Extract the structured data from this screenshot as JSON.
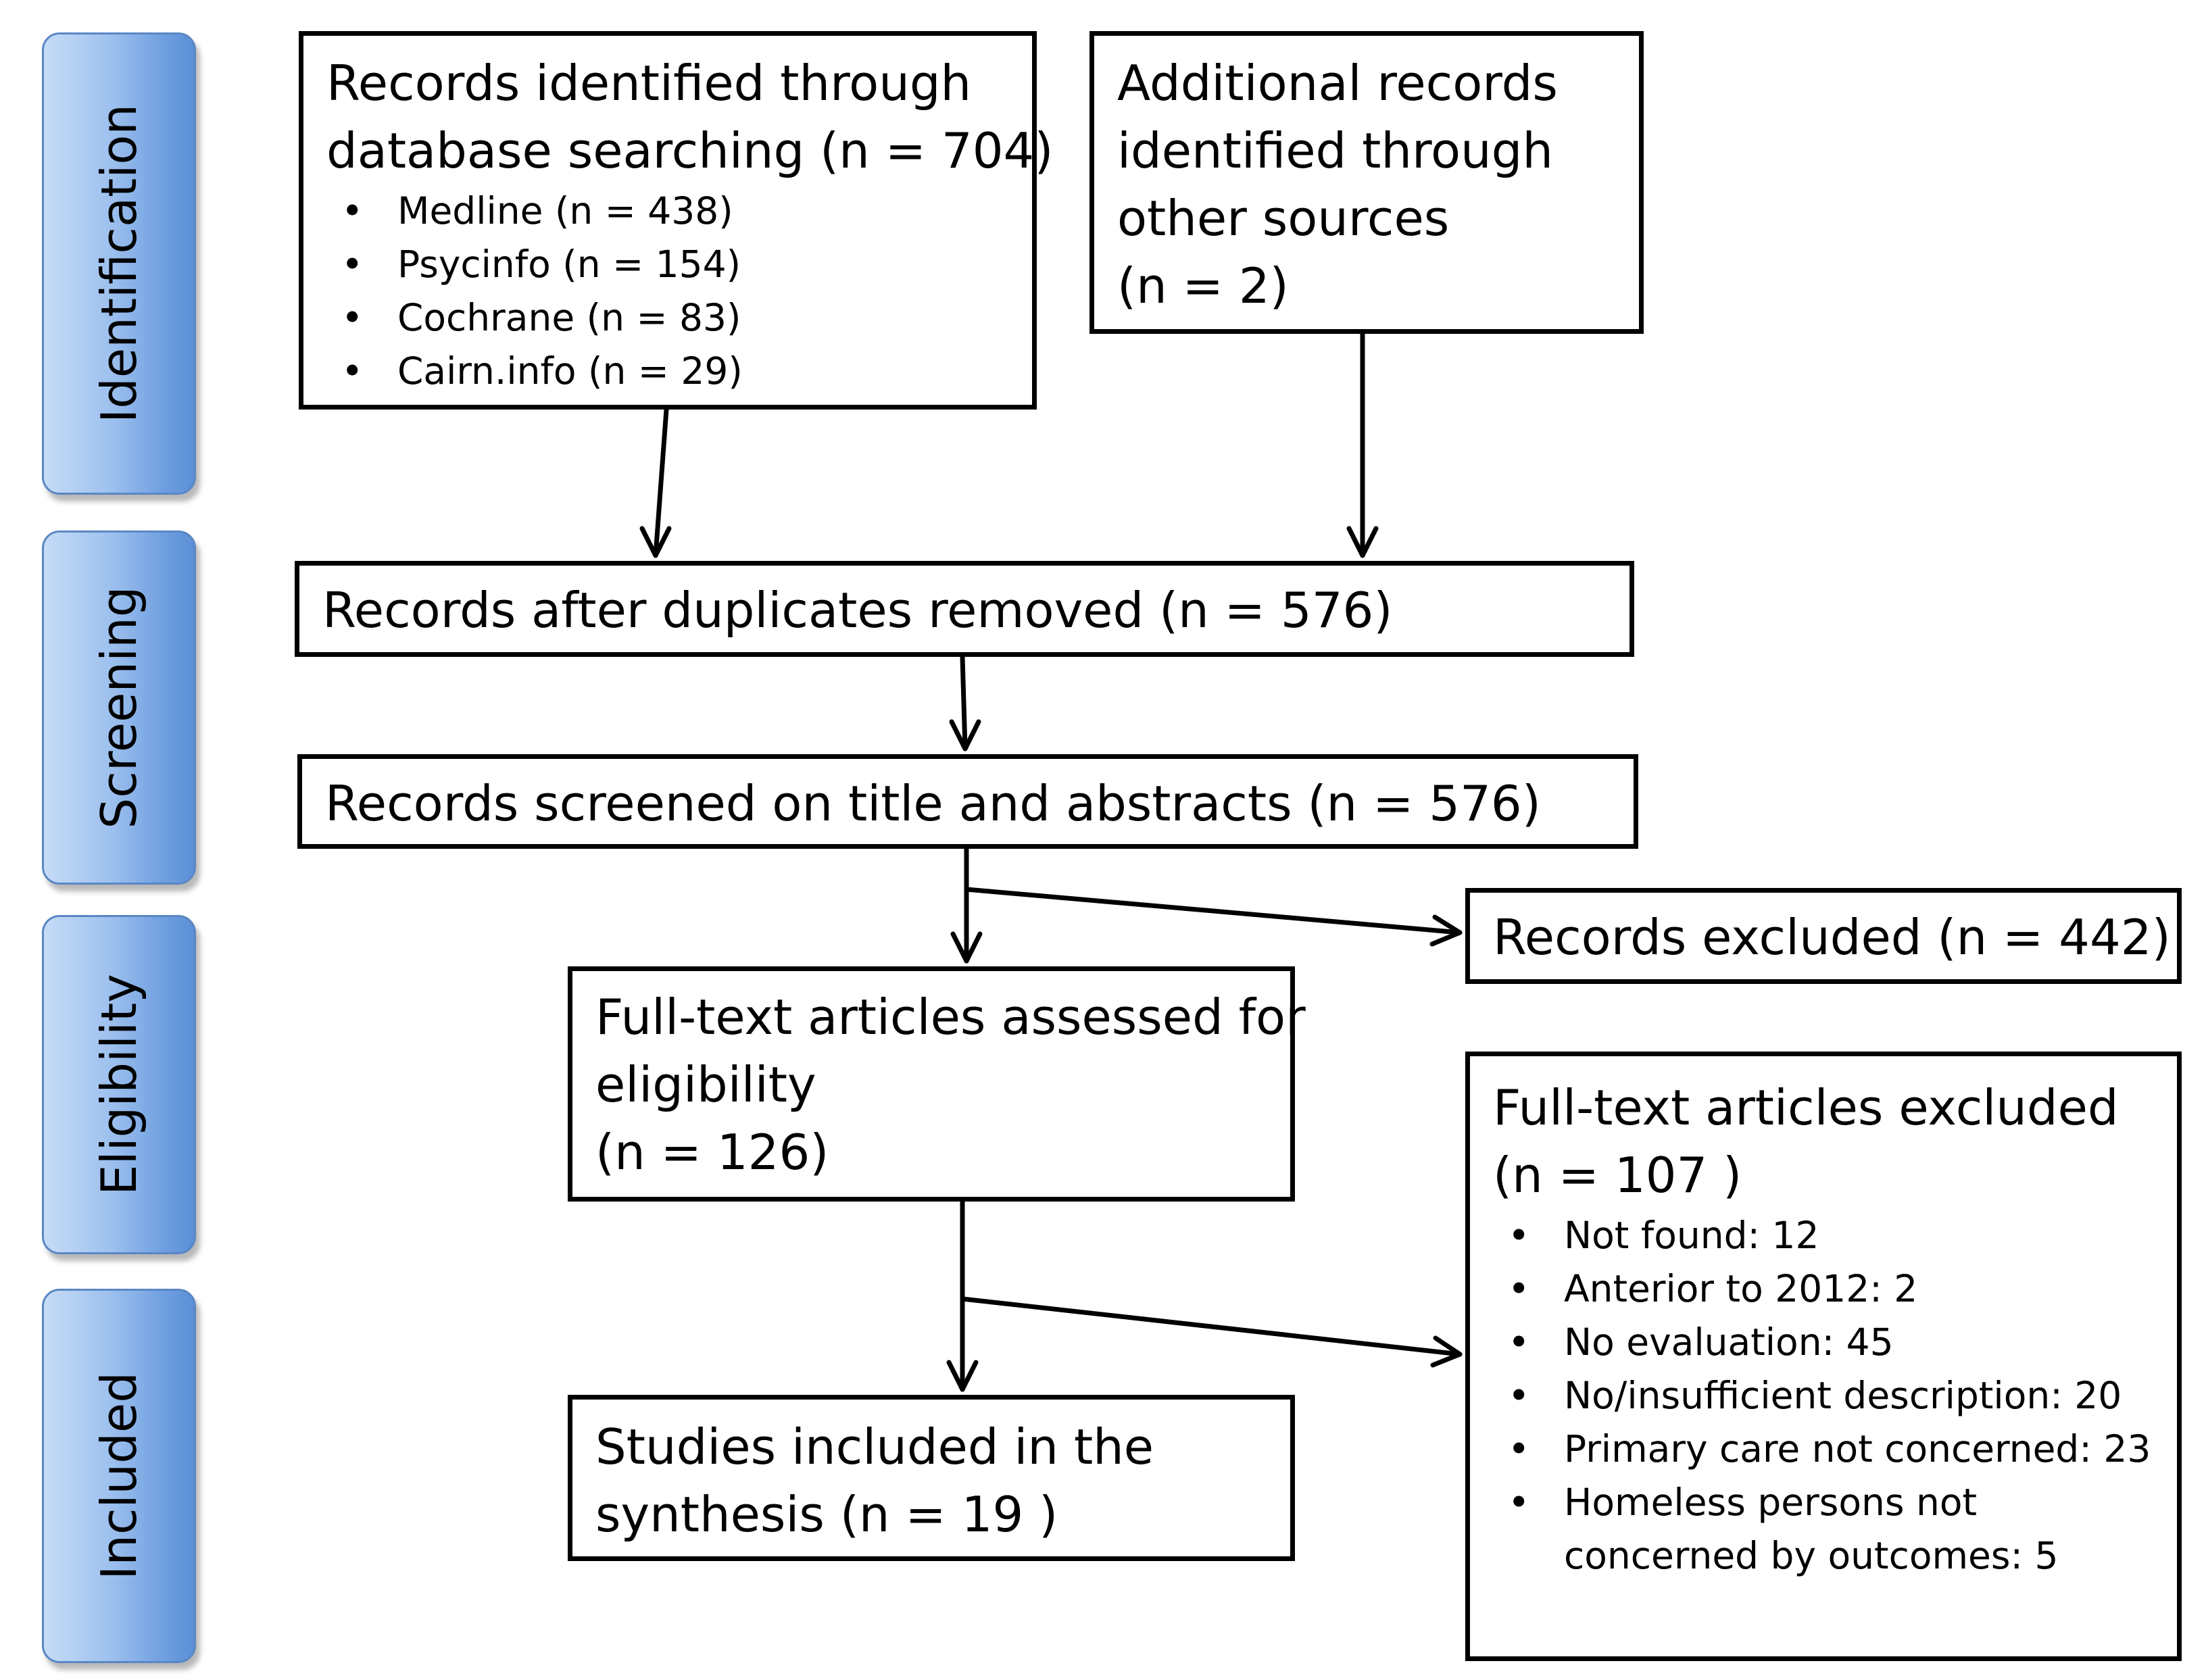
{
  "stages": {
    "identification": "Identification",
    "screening": "Screening",
    "eligibility": "Eligibility",
    "included": "Included"
  },
  "boxes": {
    "database": {
      "title_line1": "Records identified through",
      "title_line2": "database searching (n = 704)",
      "items": [
        "Medline (n = 438)",
        "Psycinfo (n = 154)",
        "Cochrane  (n = 83)",
        "Cairn.info (n = 29)"
      ]
    },
    "other_sources": {
      "line1": "Additional records",
      "line2": "identified through",
      "line3": "other sources",
      "line4": "(n = 2)"
    },
    "duplicates_removed": "Records after duplicates removed (n = 576)",
    "screened": "Records screened on title and abstracts (n = 576)",
    "records_excluded": "Records excluded (n = 442)",
    "fulltext_assessed": {
      "line1": "Full-text articles assessed for",
      "line2": "eligibility",
      "line3": "(n = 126)"
    },
    "fulltext_excluded": {
      "line1": "Full-text articles excluded",
      "line2": "(n = 107 )",
      "items": [
        "Not found: 12",
        "Anterior to 2012: 2",
        "No evaluation: 45",
        "No/insufficient description: 20",
        "Primary care not concerned:  23",
        "Homeless persons not"
      ],
      "continuation": "concerned by outcomes: 5"
    },
    "included": {
      "line1": "Studies included in the",
      "line2": "synthesis (n = 19 )"
    }
  }
}
